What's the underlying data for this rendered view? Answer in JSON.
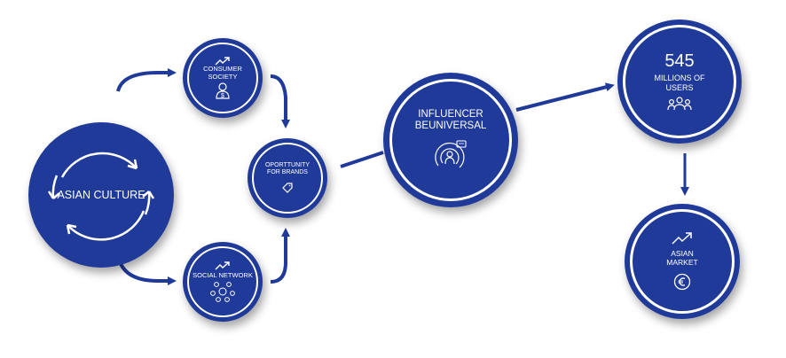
{
  "colors": {
    "node_fill": "#203a9a",
    "ring": "#ffffff",
    "arrow": "#203a9a"
  },
  "nodes": {
    "asian_culture": {
      "label": "ASIAN CULTURE"
    },
    "consumer_society": {
      "label_line1": "CONSUMER",
      "label_line2": "SOCIETY",
      "icon": "dollar-person-icon",
      "trend_icon": "trend-up-icon"
    },
    "social_network": {
      "label": "SOCIAL NETWORK",
      "icon": "network-icon",
      "trend_icon": "trend-up-icon"
    },
    "opportunity": {
      "label_line1": "OPORTTUNITY",
      "label_line2": "FOR BRANDS",
      "icon": "tag-icon"
    },
    "influencer": {
      "label_line1": "INFLUENCER",
      "label_line2": "BEUNIVERSAL",
      "icon": "broadcast-person-icon"
    },
    "users": {
      "number": "545",
      "label_line1": "MILLIONS OF",
      "label_line2": "USERS",
      "icon": "users-group-icon"
    },
    "asian_market": {
      "label_line1": "ASIAN",
      "label_line2": "MARKET",
      "icon": "euro-coin-icon",
      "trend_icon": "trend-up-icon"
    }
  }
}
